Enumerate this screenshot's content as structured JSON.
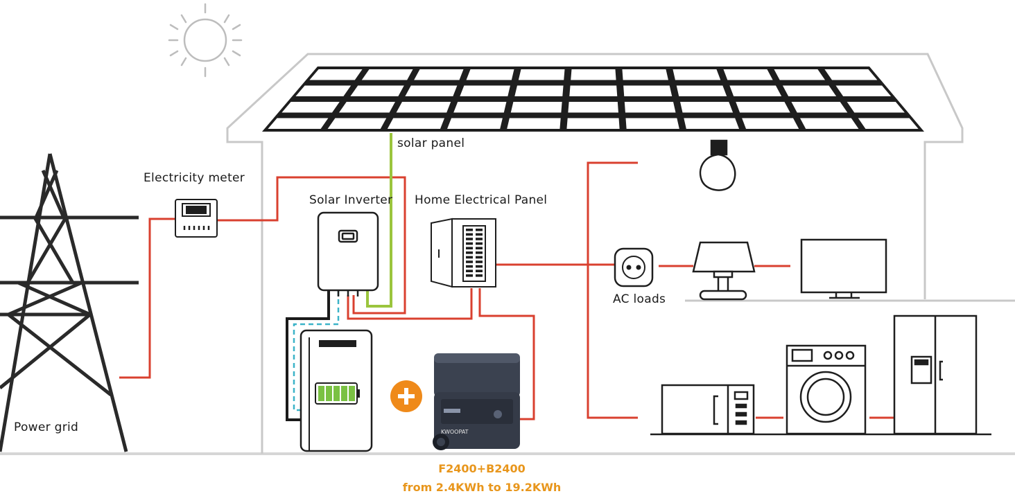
{
  "labels": {
    "solar_panel": "solar panel",
    "electricity_meter": "Electricity meter",
    "solar_inverter": "Solar Inverter",
    "home_electrical_panel": "Home Electrical Panel",
    "ac_loads": "AC loads",
    "power_grid": "Power grid"
  },
  "product": {
    "name": "F2400+B2400",
    "capacity": "from 2.4KWh to 19.2KWh",
    "brand": "KWOOPAT",
    "color": "#e8961c"
  },
  "colors": {
    "wire_ac": "#d9402f",
    "wire_dc_solar": "#9bc53d",
    "wire_data": "#3bb3c8",
    "wire_black": "#1a1a1a",
    "outline_house": "#c8c8c8",
    "battery_green": "#7ac143",
    "plus_orange": "#ef8a1a"
  },
  "icons": [
    "sun-icon",
    "solar-panel-icon",
    "power-tower-icon",
    "electricity-meter-icon",
    "inverter-icon",
    "electrical-panel-icon",
    "battery-icon",
    "light-bulb-icon",
    "socket-icon",
    "lamp-icon",
    "tv-icon",
    "microwave-icon",
    "washing-machine-icon",
    "fridge-icon",
    "plus-icon",
    "power-station-icon"
  ]
}
